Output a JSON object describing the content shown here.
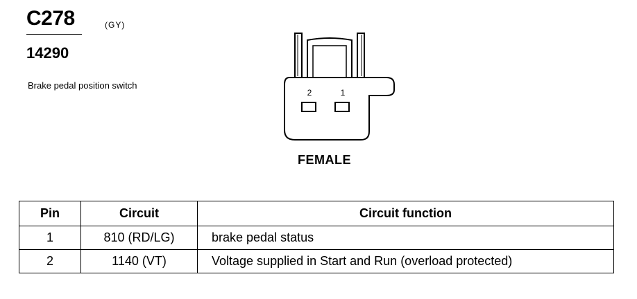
{
  "header": {
    "connector_id": "C278",
    "color_code": "(GY)",
    "part_number": "14290",
    "description": "Brake pedal position switch"
  },
  "connector": {
    "pin_labels": [
      "2",
      "1"
    ],
    "gender": "FEMALE"
  },
  "table": {
    "columns": [
      "Pin",
      "Circuit",
      "Circuit function"
    ],
    "rows": [
      {
        "pin": "1",
        "circuit": "810 (RD/LG)",
        "function": "brake pedal status"
      },
      {
        "pin": "2",
        "circuit": "1140 (VT)",
        "function": "Voltage supplied in Start and Run (overload protected)"
      }
    ]
  }
}
